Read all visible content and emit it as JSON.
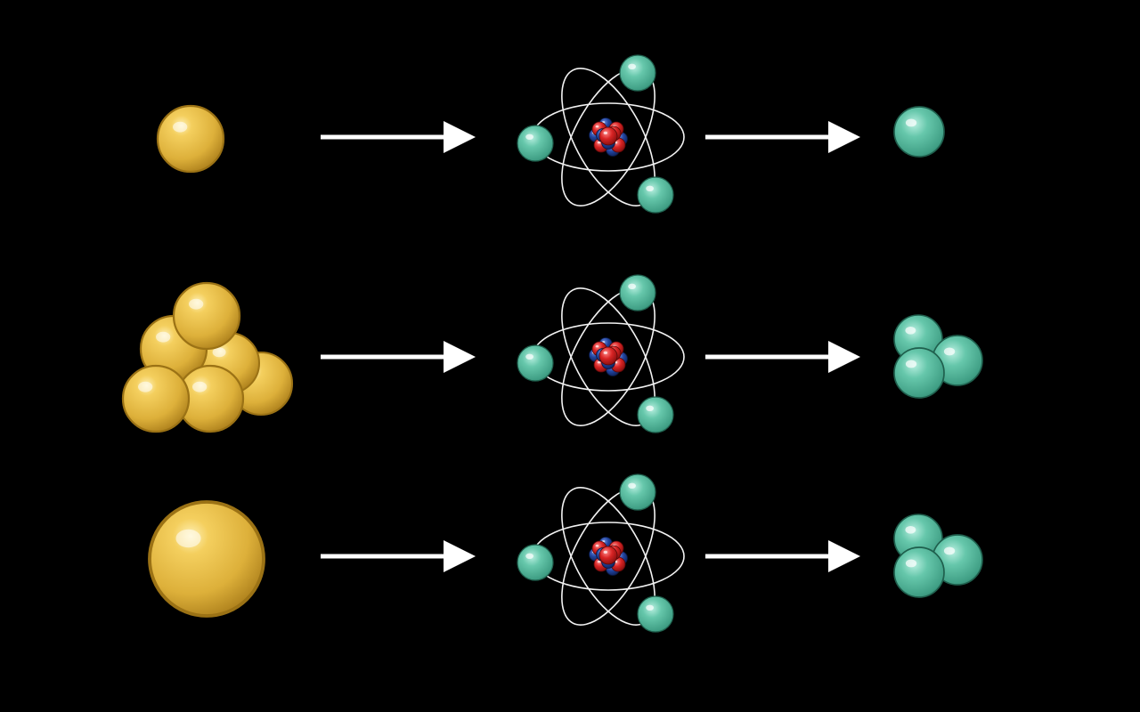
{
  "colors": {
    "background": "#000000",
    "gold": "#e8b43a",
    "electron": "#4fb99a",
    "proton": "#d42525",
    "neutron": "#1f3f9a",
    "arrow": "#ffffff",
    "orbit": "#f2f2f2"
  },
  "rows": [
    {
      "id": "row-1",
      "source": "single-small-gold-sphere",
      "source_sphere_count": 1,
      "result": "single-green-sphere",
      "result_sphere_count": 1
    },
    {
      "id": "row-2",
      "source": "cluster-of-gold-spheres",
      "source_sphere_count": 6,
      "result": "cluster-of-green-spheres",
      "result_sphere_count": 3
    },
    {
      "id": "row-3",
      "source": "single-large-gold-sphere",
      "source_sphere_count": 1,
      "result": "cluster-of-green-spheres",
      "result_sphere_count": 3
    }
  ],
  "atom": {
    "icon": "atom-icon",
    "orbits": 3,
    "electrons_per_atom": 3
  },
  "arrows_per_row": 2
}
